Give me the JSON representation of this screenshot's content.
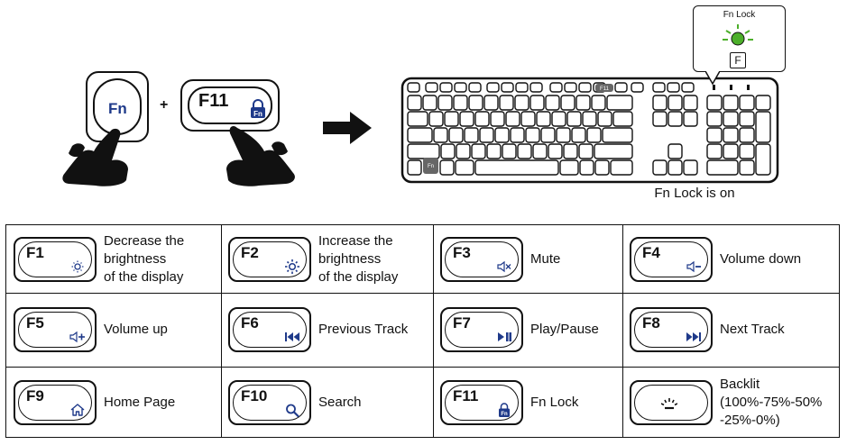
{
  "illustration": {
    "fn_key_label": "Fn",
    "plus": "+",
    "f11_key_label": "F11",
    "lock_badge": "Fn",
    "keyboard_f11_badge": "F11",
    "keyboard_fn_badge": "Fn",
    "callout_title": "Fn Lock",
    "callout_key": "F",
    "led_color": "#4caf2a",
    "status_text": "Fn Lock is on"
  },
  "accent_color": "#1f3a8a",
  "functions": [
    {
      "key": "F1",
      "icon": "brightness-down-icon",
      "desc": [
        "Decrease the",
        "brightness",
        "of the display"
      ]
    },
    {
      "key": "F2",
      "icon": "brightness-up-icon",
      "desc": [
        "Increase the",
        "brightness",
        "of the display"
      ]
    },
    {
      "key": "F3",
      "icon": "mute-icon",
      "desc": [
        "Mute"
      ]
    },
    {
      "key": "F4",
      "icon": "volume-down-icon",
      "desc": [
        "Volume down"
      ]
    },
    {
      "key": "F5",
      "icon": "volume-up-icon",
      "desc": [
        "Volume up"
      ]
    },
    {
      "key": "F6",
      "icon": "previous-track-icon",
      "desc": [
        "Previous Track"
      ]
    },
    {
      "key": "F7",
      "icon": "play-pause-icon",
      "desc": [
        "Play/Pause"
      ]
    },
    {
      "key": "F8",
      "icon": "next-track-icon",
      "desc": [
        "Next Track"
      ]
    },
    {
      "key": "F9",
      "icon": "home-icon",
      "desc": [
        "Home Page"
      ]
    },
    {
      "key": "F10",
      "icon": "search-icon",
      "desc": [
        "Search"
      ]
    },
    {
      "key": "F11",
      "icon": "fn-lock-icon",
      "desc": [
        "Fn Lock"
      ]
    },
    {
      "key": "",
      "icon": "backlight-icon",
      "desc": [
        "Backlit",
        "(100%-75%-50%",
        "-25%-0%)"
      ]
    }
  ]
}
